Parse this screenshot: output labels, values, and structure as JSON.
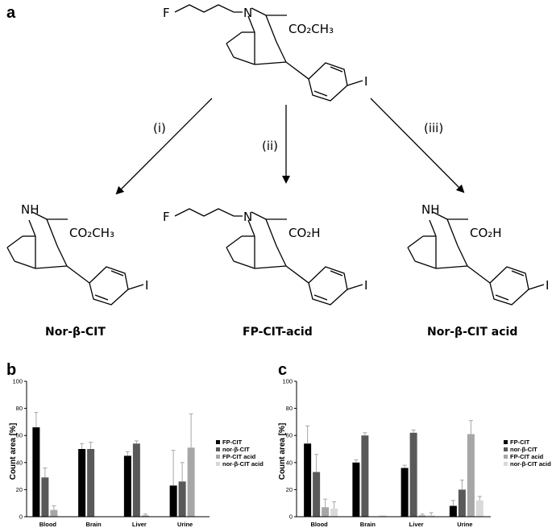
{
  "panels": {
    "a": "a",
    "b": "b",
    "c": "c"
  },
  "scheme": {
    "parent": {
      "fluorine": "F",
      "nitrogen": "N",
      "ester": "CO₂CH₃",
      "iodine": "I"
    },
    "steps": [
      "(i)",
      "(ii)",
      "(iii)"
    ],
    "products": [
      {
        "amine": "NH",
        "nitrogen": "",
        "fluorine": "",
        "acid": "CO₂CH₃",
        "iodine": "I",
        "name": "Nor-β-CIT"
      },
      {
        "amine": "",
        "nitrogen": "N",
        "fluorine": "F",
        "acid": "CO₂H",
        "iodine": "I",
        "name": "FP-CIT-acid"
      },
      {
        "amine": "NH",
        "nitrogen": "",
        "fluorine": "",
        "acid": "CO₂H",
        "iodine": "I",
        "name": "Nor-β-CIT  acid"
      }
    ]
  },
  "chart_data": [
    {
      "panel": "b",
      "type": "bar",
      "ylabel": "Count area [%]",
      "ylim": [
        0,
        100
      ],
      "yticks": [
        "0",
        "20",
        "40",
        "60",
        "80",
        "100"
      ],
      "categories": [
        "Blood",
        "Brain",
        "Liver",
        "Urine"
      ],
      "series": [
        {
          "name": "FP-CIT",
          "color": "#000000",
          "values": [
            66,
            50,
            45,
            23
          ],
          "errors": [
            11,
            4,
            3,
            26
          ]
        },
        {
          "name": "nor-β-CIT",
          "color": "#595959",
          "values": [
            29,
            50,
            54,
            26
          ],
          "errors": [
            7,
            5,
            2,
            14
          ]
        },
        {
          "name": "FP-CIT acid",
          "color": "#a6a6a6",
          "values": [
            5,
            0,
            1,
            51
          ],
          "errors": [
            3,
            0,
            1,
            25
          ]
        },
        {
          "name": "nor-β-CIT acid",
          "color": "#d9d9d9",
          "values": [
            0,
            0,
            0,
            0
          ],
          "errors": [
            0,
            0,
            0,
            0
          ]
        }
      ],
      "grid": false,
      "legend": "right"
    },
    {
      "panel": "c",
      "type": "bar",
      "ylabel": "Count area [%]",
      "ylim": [
        0,
        100
      ],
      "yticks": [
        "0",
        "20",
        "40",
        "60",
        "80",
        "100"
      ],
      "categories": [
        "Blood",
        "Brain",
        "Liver",
        "Urine"
      ],
      "series": [
        {
          "name": "FP-CIT",
          "color": "#000000",
          "values": [
            54,
            40,
            36,
            8
          ],
          "errors": [
            13,
            2,
            2,
            4
          ]
        },
        {
          "name": "nor-β-CIT",
          "color": "#595959",
          "values": [
            33,
            60,
            62,
            20
          ],
          "errors": [
            13,
            2,
            2,
            7
          ]
        },
        {
          "name": "FP-CIT acid",
          "color": "#a6a6a6",
          "values": [
            7,
            0,
            1,
            61
          ],
          "errors": [
            6,
            0,
            1,
            10
          ]
        },
        {
          "name": "nor-β-CIT acid",
          "color": "#d9d9d9",
          "values": [
            6,
            1,
            1,
            12
          ],
          "errors": [
            5,
            0,
            2,
            3
          ]
        }
      ],
      "grid": false,
      "legend": "right"
    }
  ]
}
